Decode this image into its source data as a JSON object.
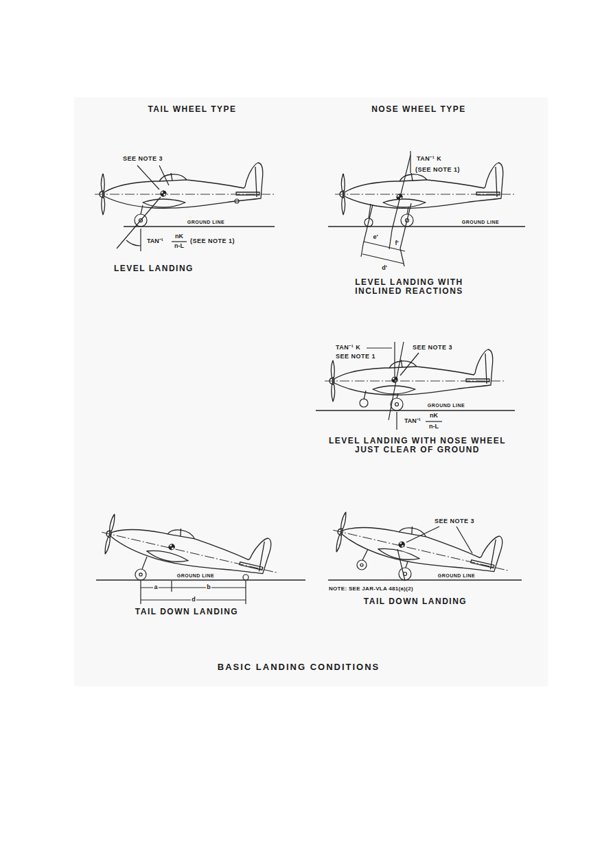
{
  "diagram": {
    "caption": "BASIC LANDING CONDITIONS",
    "labels": [
      "TAIL WHEEL TYPE",
      "NOSE WHEEL TYPE",
      "SEE NOTE 3",
      "GROUND LINE",
      "TAN⁻¹",
      "nK",
      "n-L",
      "(SEE NOTE 1)",
      "LEVEL LANDING",
      "TAN⁻¹ K",
      "(SEE NOTE 1)",
      "GROUND LINE",
      "e'",
      "f'",
      "d'",
      "LEVEL LANDING WITH INCLINED REACTIONS",
      "TAN⁻¹ K",
      "SEE NOTE 1",
      "SEE NOTE 3",
      "GROUND LINE",
      "TAN⁻¹",
      "nK",
      "n-L",
      "LEVEL LANDING WITH NOSE WHEEL JUST CLEAR OF GROUND",
      "GROUND LINE",
      "a",
      "b",
      "d",
      "TAIL DOWN LANDING",
      "SEE NOTE 3",
      "GROUND LINE",
      "NOTE: SEE JAR-VLA 481(a)(2)",
      "TAIL DOWN LANDING"
    ]
  }
}
